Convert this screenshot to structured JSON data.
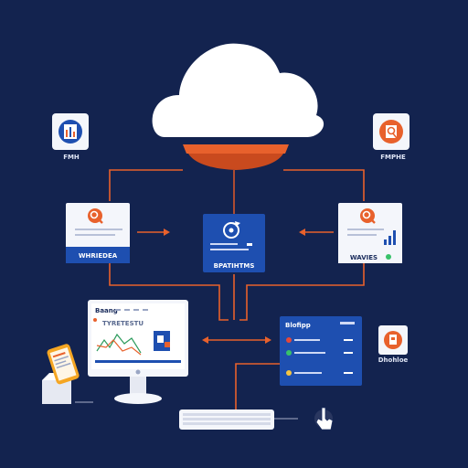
{
  "colors": {
    "background": "#13234f",
    "connector": "#e8612c",
    "cloud": "#ffffff",
    "accent_blue": "#1e4fb0",
    "card_white": "#f4f6fb",
    "green": "#38c26a",
    "yellow": "#f5c542",
    "red": "#e5483a"
  },
  "icons": {
    "top_left": "document-chart-icon",
    "top_right": "magnifier-document-icon",
    "left_card": "search-magnifier-icon",
    "center_card": "refresh-sync-icon",
    "right_card": "search-magnifier-icon",
    "lower_right": "document-tag-icon",
    "cloud": "cloud-icon",
    "monitor_logo": "apple-logo-icon",
    "pointer": "hand-cursor-icon"
  },
  "labels": {
    "top_left": "FMH",
    "top_right": "FMPHE",
    "left_card": "WHRIEDEA",
    "center_card": "BPATIHTMS",
    "right_card": "WAVIES",
    "monitor_header": "Baang",
    "monitor_subheader": "TYRETESTU",
    "dashboard_title": "Blofipp",
    "lower_right": "Dhohloe"
  }
}
